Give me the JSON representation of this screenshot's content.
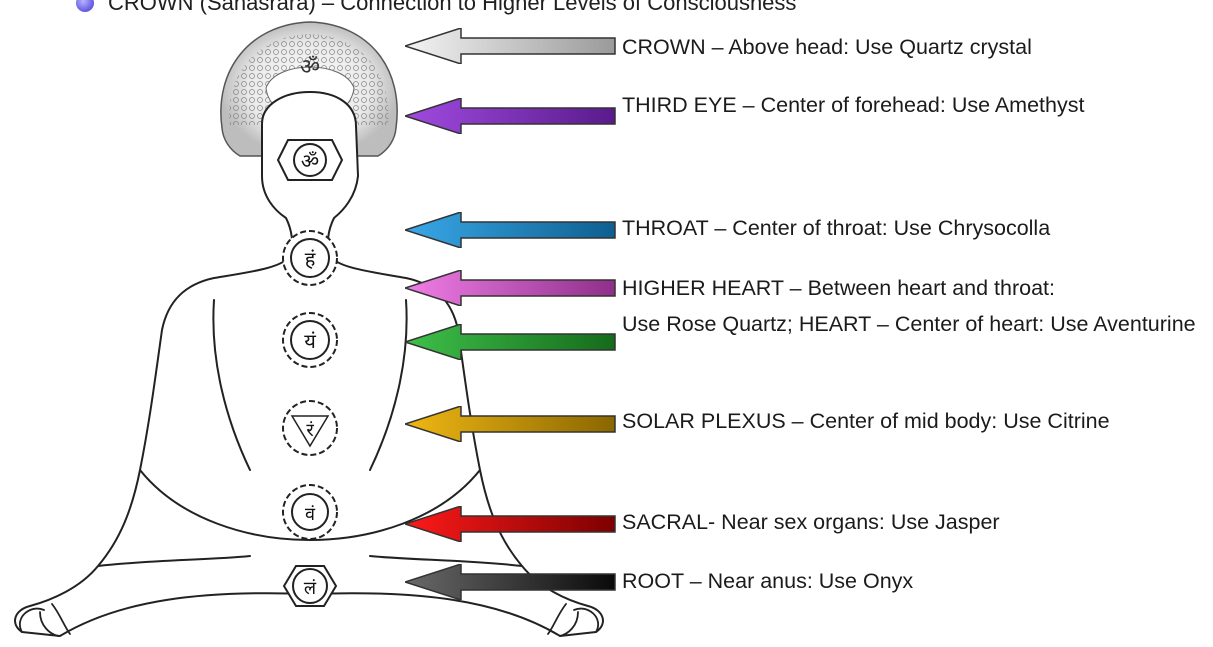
{
  "header": {
    "text": "CROWN (Sahasrara) – Connection to Higher Levels of Consciousness"
  },
  "figure": {
    "symbols": {
      "crown": "ॐ",
      "third_eye": "ॐ",
      "throat": "हं",
      "heart": "यं",
      "solar_plexus": "रं",
      "sacral": "वं",
      "root": "लं"
    }
  },
  "chakras": [
    {
      "key": "crown",
      "label": "CROWN – Above head: Use Quartz crystal",
      "color": "#9a9a9a",
      "color_light": "#f4f4f4"
    },
    {
      "key": "third-eye",
      "label": "THIRD EYE – Center of forehead: Use Amethyst",
      "color": "#5a1a8c",
      "color_light": "#a04be0"
    },
    {
      "key": "throat",
      "label": "THROAT – Center of throat: Use Chrysocolla",
      "color": "#0e5f8f",
      "color_light": "#3aa8e8"
    },
    {
      "key": "higher-heart",
      "label": "HIGHER HEART – Between heart and throat:",
      "color": "#8f2f8a",
      "color_light": "#f07ee6"
    },
    {
      "key": "heart",
      "label": "Use Rose Quartz; HEART – Center of heart: Use Aventurine",
      "color": "#156b1b",
      "color_light": "#3fc04a"
    },
    {
      "key": "solar-plexus",
      "label": "SOLAR PLEXUS – Center of mid body: Use Citrine",
      "color": "#8a6600",
      "color_light": "#f0b814"
    },
    {
      "key": "sacral",
      "label": "SACRAL- Near sex organs: Use Jasper",
      "color": "#7d0000",
      "color_light": "#ff1a1a"
    },
    {
      "key": "root",
      "label": "ROOT – Near anus: Use Onyx",
      "color": "#0a0a0a",
      "color_light": "#6a6a6a"
    }
  ]
}
